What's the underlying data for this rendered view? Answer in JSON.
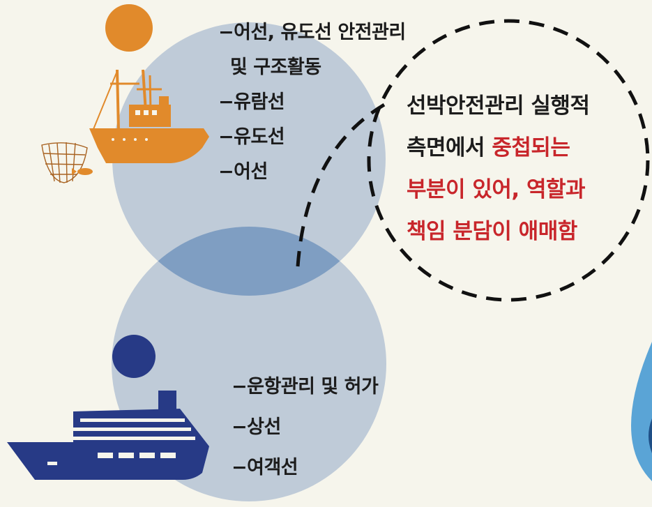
{
  "colors": {
    "background": "#f6f5ec",
    "circle_fill": "#bfcbd8",
    "overlap_fill": "#7f9ec2",
    "orange": "#e18a2b",
    "navy": "#273a86",
    "highlight": "#c8262b",
    "drop_blue": "#5aa4d6"
  },
  "top_circle": {
    "icon": "fishing-boat-icon",
    "items": [
      "−어선, 유도선 안전관리",
      "및 구조활동",
      "−유람선",
      "−유도선",
      "−어선"
    ]
  },
  "bottom_circle": {
    "icon": "cruise-ship-icon",
    "items": [
      "−운항관리 및 허가",
      "−상선",
      "−여객선"
    ]
  },
  "callout": {
    "line1": "선박안전관리 실행적",
    "line2_prefix": "측면에서 ",
    "line2_highlight": "중첩되는",
    "line3": "부분이 있어, 역할과",
    "line4": "책임 분담이 애매함"
  }
}
